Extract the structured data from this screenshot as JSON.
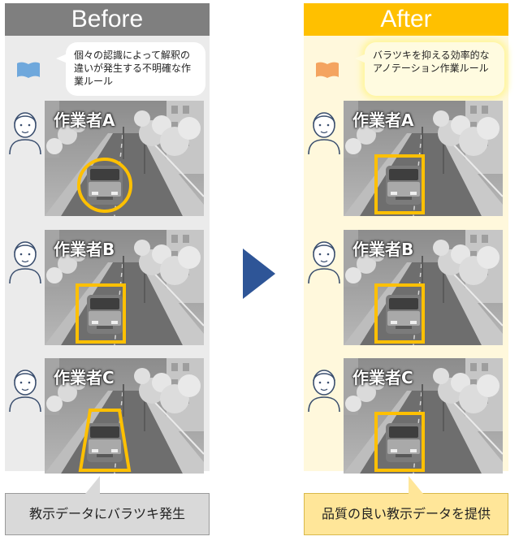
{
  "before": {
    "title": "Before",
    "bubble_text": "個々の認識によって解釈の違いが発生する不明確な作業ルール",
    "workers": [
      {
        "label": "作業者A",
        "annotation": "circle"
      },
      {
        "label": "作業者B",
        "annotation": "rectangle"
      },
      {
        "label": "作業者C",
        "annotation": "trapezoid"
      }
    ],
    "callout": "教示データにバラツキ発生"
  },
  "after": {
    "title": "After",
    "bubble_text": "バラツキを抑える効率的なアノテーション作業ルール",
    "workers": [
      {
        "label": "作業者A",
        "annotation": "rectangle"
      },
      {
        "label": "作業者B",
        "annotation": "rectangle"
      },
      {
        "label": "作業者C",
        "annotation": "rectangle"
      }
    ],
    "callout": "品質の良い教示データを提供"
  },
  "colors": {
    "before_header": "#7f7f7f",
    "after_header": "#ffc000",
    "annotation": "#ffc000",
    "arrow": "#2e5597"
  },
  "icons": [
    "book-icon",
    "person-icon",
    "right-arrow-icon"
  ]
}
